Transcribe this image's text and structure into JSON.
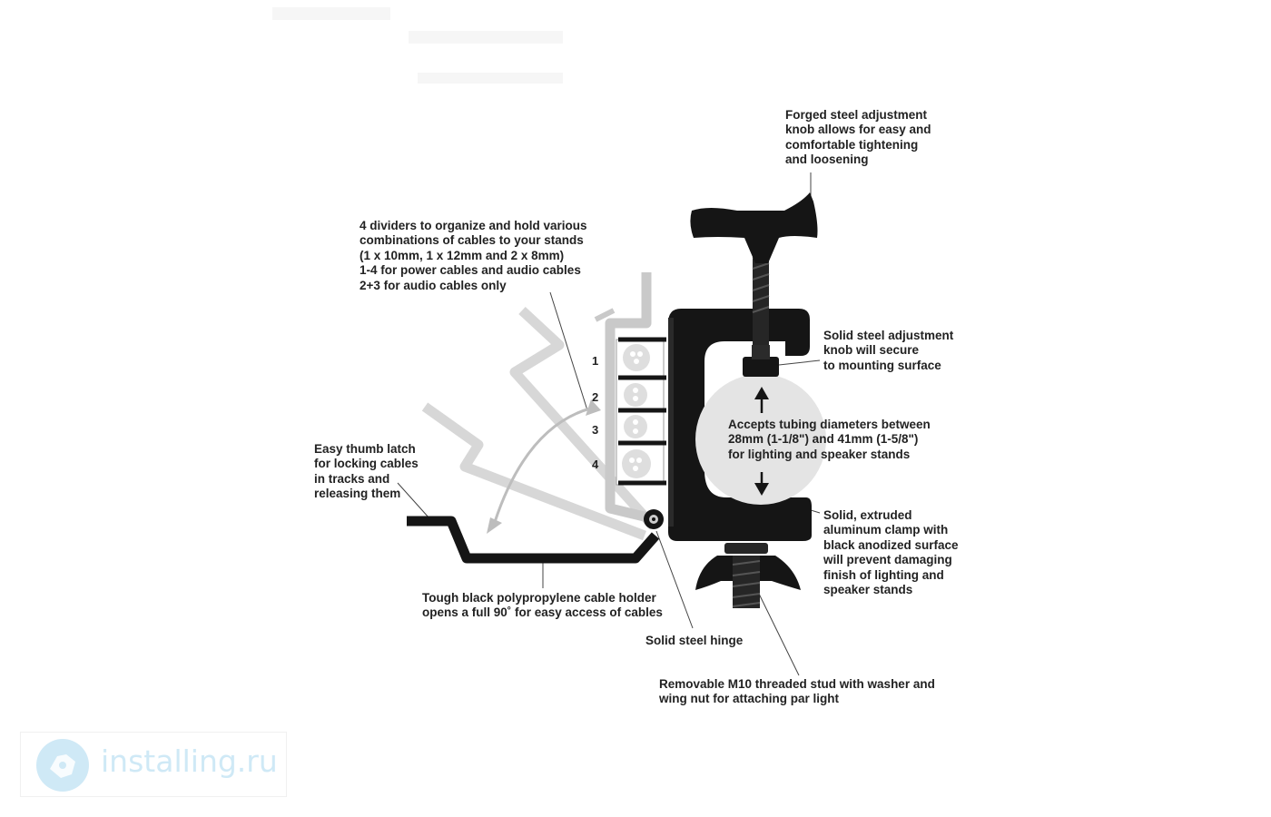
{
  "callouts": {
    "knob": [
      "Forged steel adjustment",
      "knob allows for easy and",
      "comfortable tightening",
      "and loosening"
    ],
    "dividers": [
      "4 dividers to organize and hold various",
      "combinations of cables to your stands",
      "(1 x 10mm, 1 x 12mm and 2 x 8mm)",
      "1-4 for power cables and audio cables",
      "2+3 for audio cables only"
    ],
    "adjust": [
      "Solid steel adjustment",
      "knob will secure",
      "to mounting surface"
    ],
    "tubing": [
      "Accepts tubing diameters between",
      "28mm (1-1/8\") and 41mm (1-5/8\")",
      "for lighting and speaker stands"
    ],
    "latch": [
      "Easy thumb latch",
      "for locking cables",
      "in tracks and",
      "releasing them"
    ],
    "clamp": [
      "Solid, extruded",
      "aluminum clamp with",
      "black anodized surface",
      "will prevent damaging",
      "finish of lighting and",
      "speaker stands"
    ],
    "holder": [
      "Tough black polypropylene cable holder",
      "opens a full 90˚ for easy access of cables"
    ],
    "hinge": [
      "Solid steel hinge"
    ],
    "stud": [
      "Removable M10 threaded stud with washer and",
      "wing nut for attaching par light"
    ]
  },
  "divider_numbers": [
    "1",
    "2",
    "3",
    "4"
  ],
  "watermark": {
    "text": "installing.ru"
  },
  "colors": {
    "product_black": "#151515",
    "light_grey": "#cfcfcf",
    "circle_grey": "#e4e4e4",
    "leader": "#333333",
    "watermark": "#cfe9f6"
  }
}
